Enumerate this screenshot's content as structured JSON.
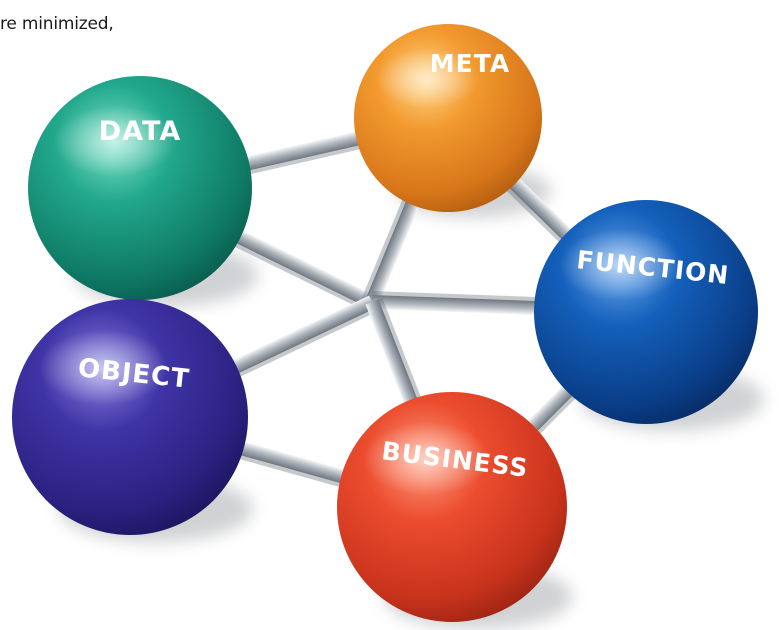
{
  "partial_text": "re minimized,",
  "diagram": {
    "nodes": [
      {
        "id": "data",
        "label": "DATA",
        "color": "#1a9a82"
      },
      {
        "id": "meta",
        "label": "META",
        "color": "#ee9128"
      },
      {
        "id": "function",
        "label": "FUNCTION",
        "color": "#0a4fa6"
      },
      {
        "id": "object",
        "label": "OBJECT",
        "color": "#3a2f9a"
      },
      {
        "id": "business",
        "label": "BUSINESS",
        "color": "#e5472c"
      }
    ],
    "connections": [
      [
        "data",
        "meta"
      ],
      [
        "data",
        "object"
      ],
      [
        "meta",
        "function"
      ],
      [
        "object",
        "business"
      ],
      [
        "business",
        "function"
      ],
      [
        "data",
        "hub"
      ],
      [
        "meta",
        "hub"
      ],
      [
        "function",
        "hub"
      ],
      [
        "object",
        "hub"
      ],
      [
        "business",
        "hub"
      ]
    ]
  }
}
